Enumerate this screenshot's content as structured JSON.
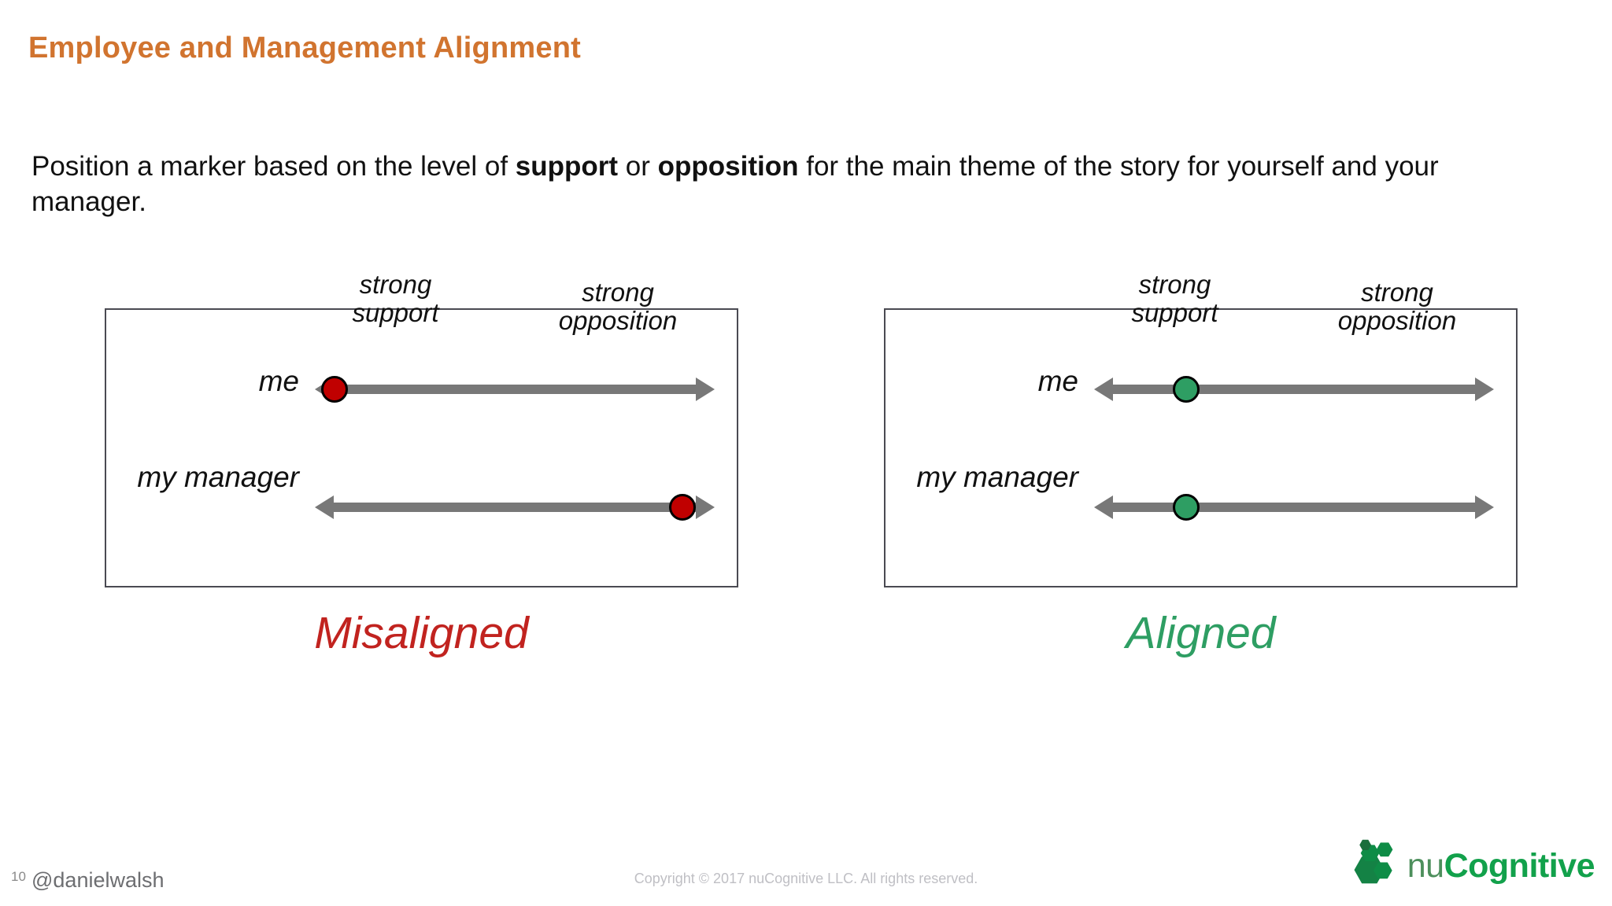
{
  "slide": {
    "title": "Employee and Management Alignment",
    "body_prefix": "Position a marker based on the level of ",
    "body_bold_1": "support",
    "body_mid": " or ",
    "body_bold_2": "opposition",
    "body_suffix": " for the main theme of the story for yourself and your manager."
  },
  "panels": [
    {
      "id": "left",
      "verdict": "Misaligned",
      "verdict_color": "#C1231F",
      "marker_color": "#C00000",
      "caption_left": "strong\nsupport",
      "caption_right": "strong\nopposition",
      "rows": [
        {
          "label": "me",
          "marker_percent": 5
        },
        {
          "label": "my\nmanager",
          "marker_percent": 92
        }
      ]
    },
    {
      "id": "right",
      "verdict": "Aligned",
      "verdict_color": "#2E9E63",
      "marker_color": "#2E9E63",
      "caption_left": "strong\nsupport",
      "caption_right": "strong\nopposition",
      "rows": [
        {
          "label": "me",
          "marker_percent": 23
        },
        {
          "label": "my\nmanager",
          "marker_percent": 23
        }
      ]
    }
  ],
  "footer": {
    "slide_number": "10",
    "handle": "@danielwalsh",
    "copyright": "Copyright © 2017 nuCognitive LLC. All rights reserved.",
    "logo_text_light": "nu",
    "logo_text_bold": "Cognitive",
    "logo_icon": "hexagon-cluster-icon"
  },
  "colors": {
    "title": "#D1742F",
    "arrow": "#787878",
    "panel_border": "#4A4A52",
    "red": "#C00000",
    "green": "#2E9E63"
  }
}
